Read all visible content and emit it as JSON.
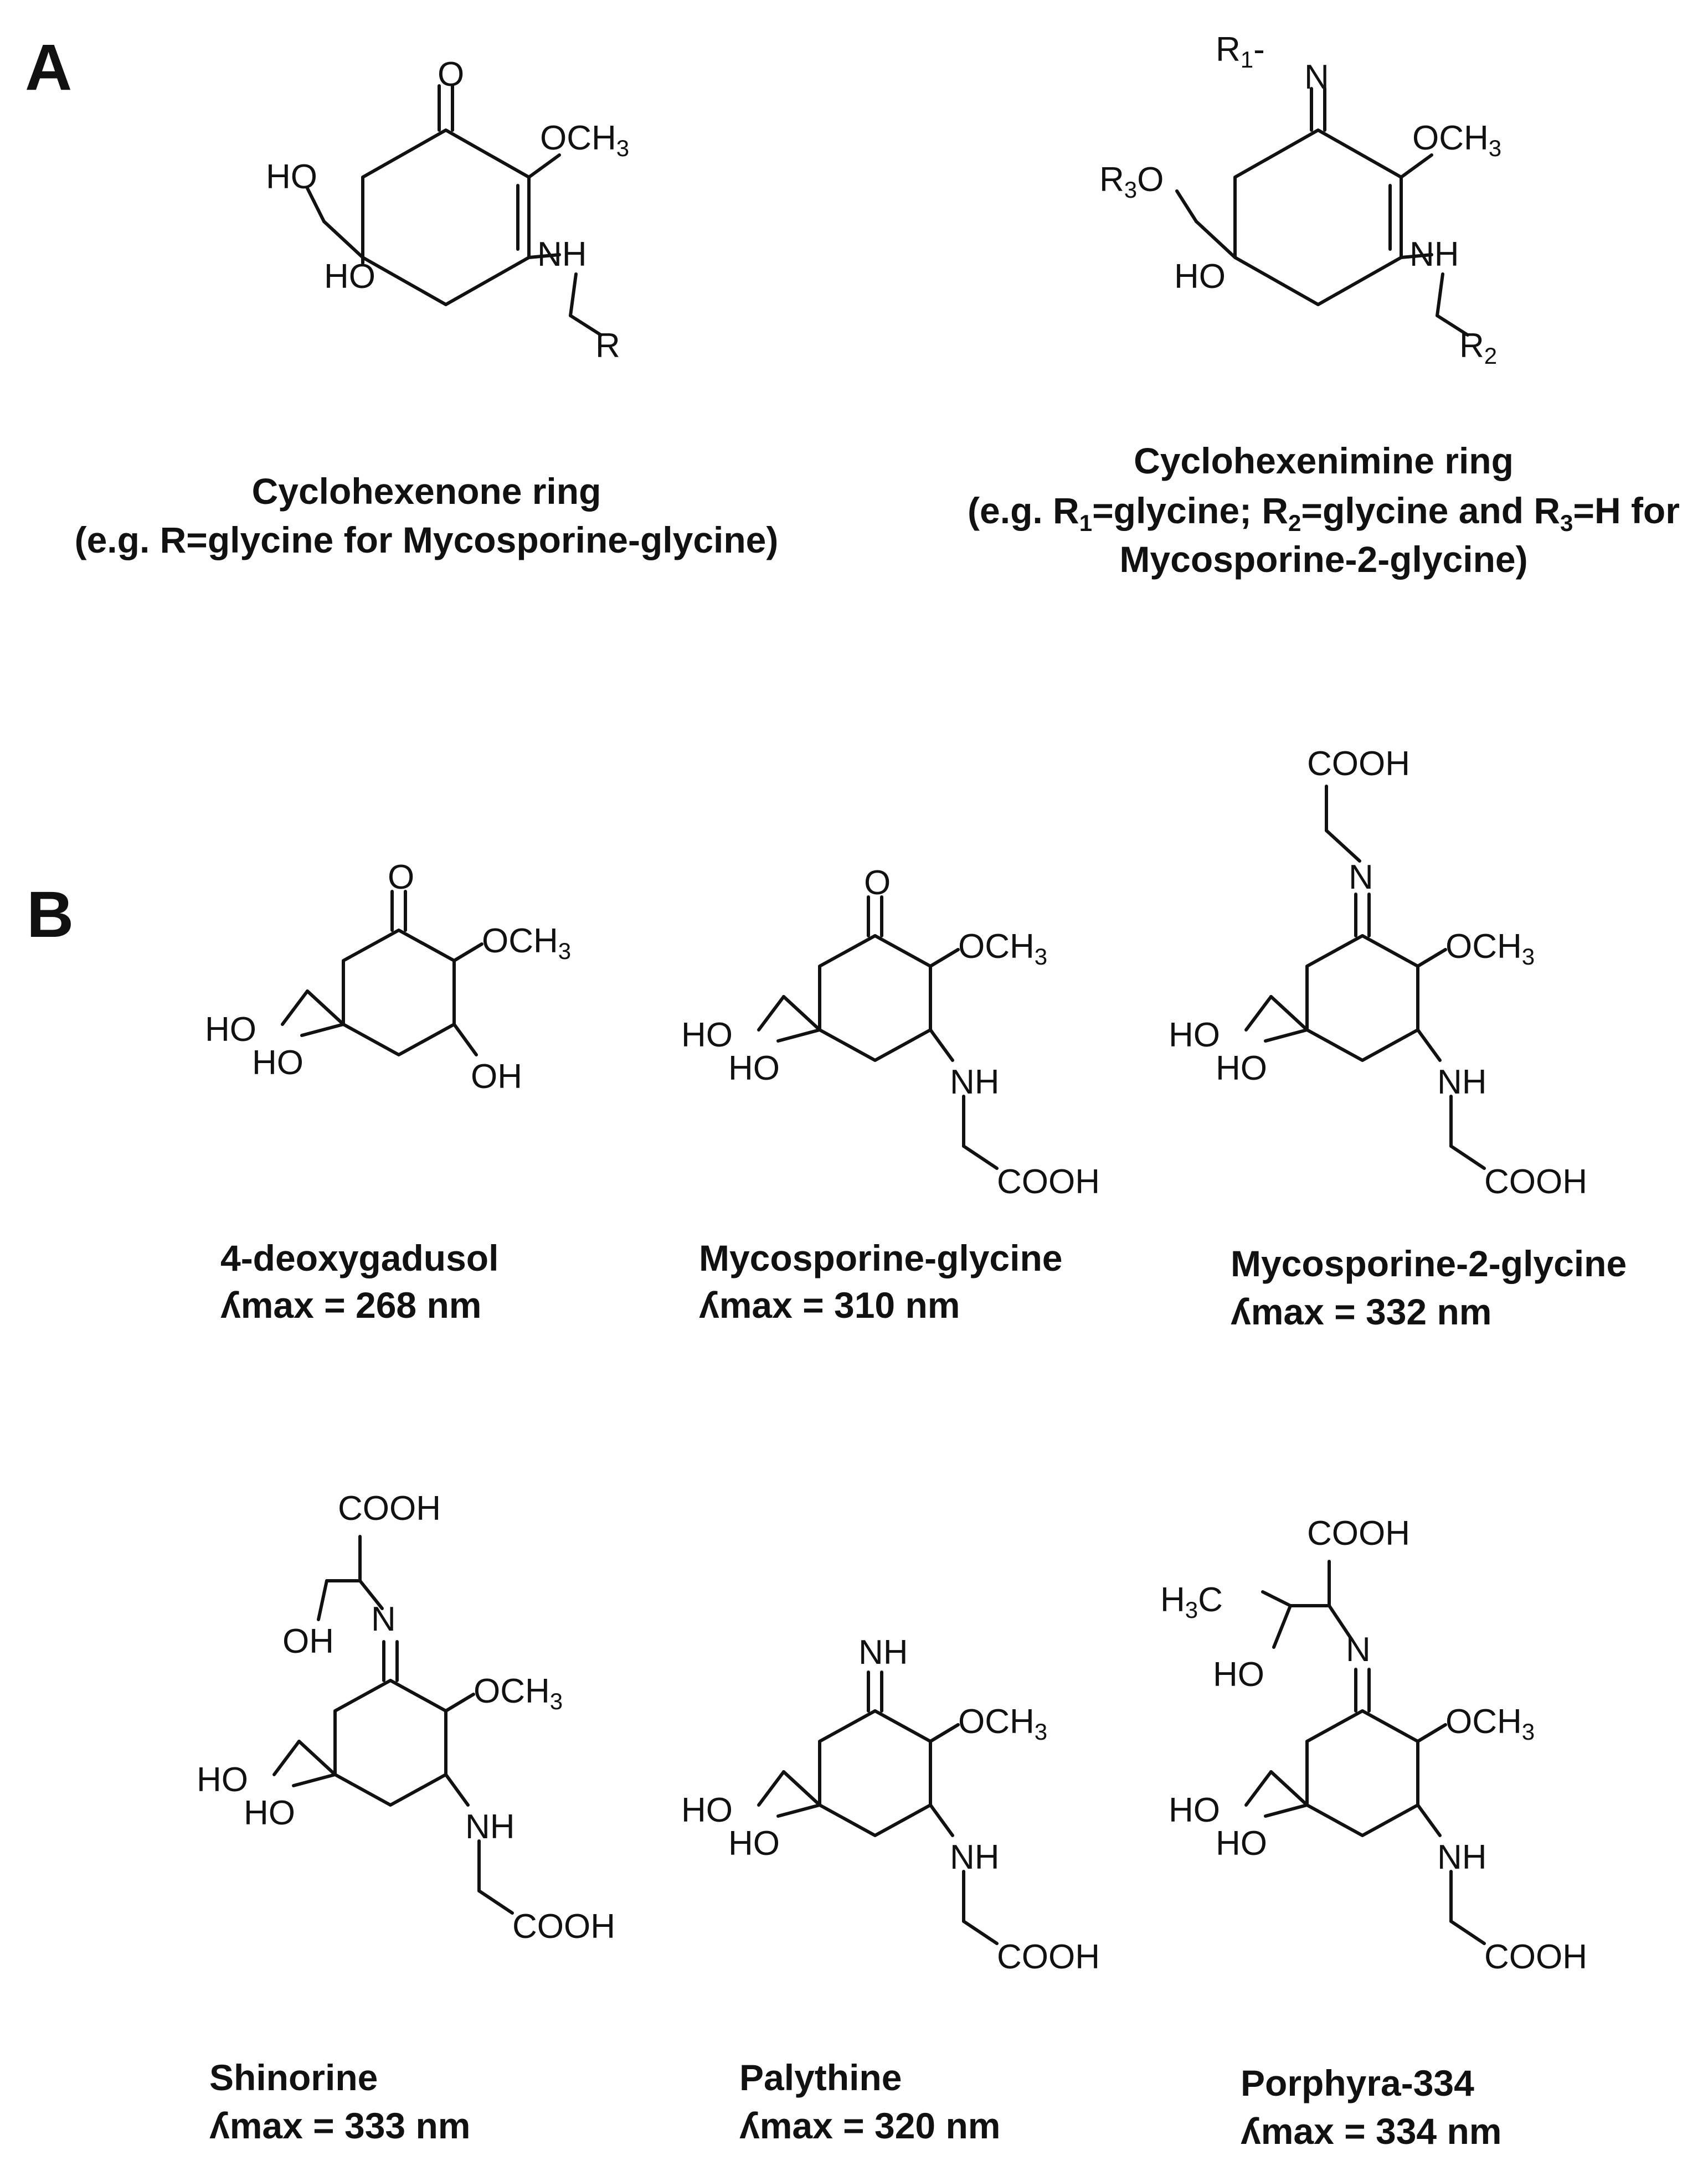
{
  "panels": {
    "a": "A",
    "b": "B"
  },
  "atoms": {
    "o": "O",
    "n": "N",
    "ho": "HO",
    "oh": "OH",
    "och3": "OCH",
    "three": "3",
    "nh": "NH",
    "cooh": "COOH",
    "r": "R",
    "r1": "R",
    "r1_sub": "1",
    "r1_dash": "-",
    "r2": "R",
    "r2_sub": "2",
    "r3o": "R",
    "r3o_sub": "3",
    "r3o_o": "O",
    "h3c": "H",
    "h3c_sub": "3",
    "h3c_c": "C",
    "nh_imine": "NH"
  },
  "panel_a": {
    "left": {
      "line1": "Cyclohexenone ring",
      "line2": "(e.g. R=glycine for Mycosporine-glycine)"
    },
    "right": {
      "line1": "Cyclohexenimine ring",
      "line2_a": "(e.g. R",
      "sub1": "1",
      "line2_b": "=glycine; R",
      "sub2": "2",
      "line2_c": "=glycine and R",
      "sub3": "3",
      "line2_d": "=H for",
      "line3": "Mycosporine-2-glycine)"
    }
  },
  "compounds": [
    {
      "name": "4-deoxygadusol",
      "lambda": "ʎmax = 268 nm"
    },
    {
      "name": "Mycosporine-glycine",
      "lambda": "ʎmax = 310 nm"
    },
    {
      "name": "Mycosporine-2-glycine",
      "lambda": "ʎmax = 332 nm"
    },
    {
      "name": "Shinorine",
      "lambda": "ʎmax = 333 nm"
    },
    {
      "name": "Palythine",
      "lambda": "ʎmax = 320 nm"
    },
    {
      "name": "Porphyra-334",
      "lambda": "ʎmax = 334 nm"
    }
  ]
}
